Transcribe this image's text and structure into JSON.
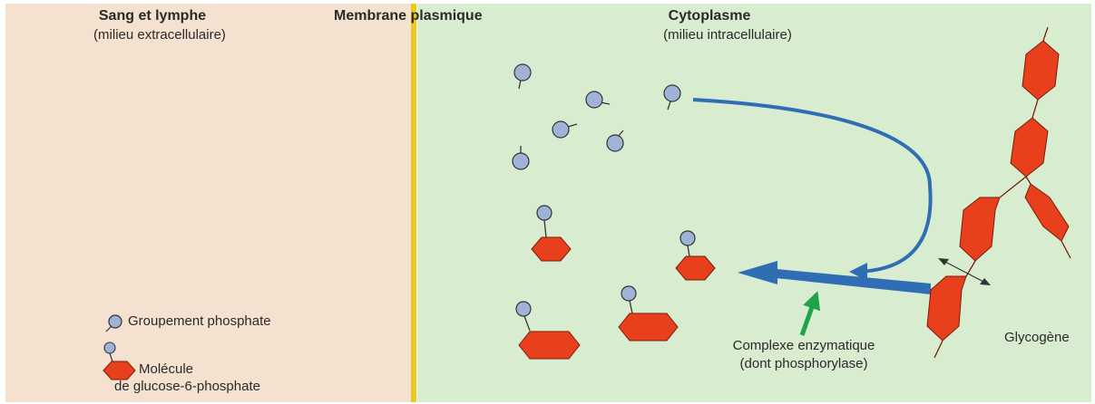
{
  "headers": {
    "extracellular_title": "Sang et lymphe",
    "extracellular_subtitle": "(milieu extracellulaire)",
    "membrane_title": "Membrane plasmique",
    "cytoplasm_title": "Cytoplasme",
    "cytoplasm_subtitle": "(milieu intracellulaire)"
  },
  "legend": {
    "phosphate_label": "Groupement phosphate",
    "molecule_label_line1": "Molécule",
    "molecule_label_line2": "de glucose-6-phosphate"
  },
  "labels": {
    "enzyme_line1": "Complexe enzymatique",
    "enzyme_line2": "(dont phosphorylase)",
    "glycogen": "Glycogène"
  },
  "colors": {
    "extracellular_bg": "#f5e1d0",
    "intracellular_bg": "#d8ecd0",
    "membrane": "#e9c91e",
    "glucose": "#e8401c",
    "phosphate": "#9fb3d8",
    "arrow_blue": "#2f6db4",
    "arrow_green": "#1ea34a"
  }
}
